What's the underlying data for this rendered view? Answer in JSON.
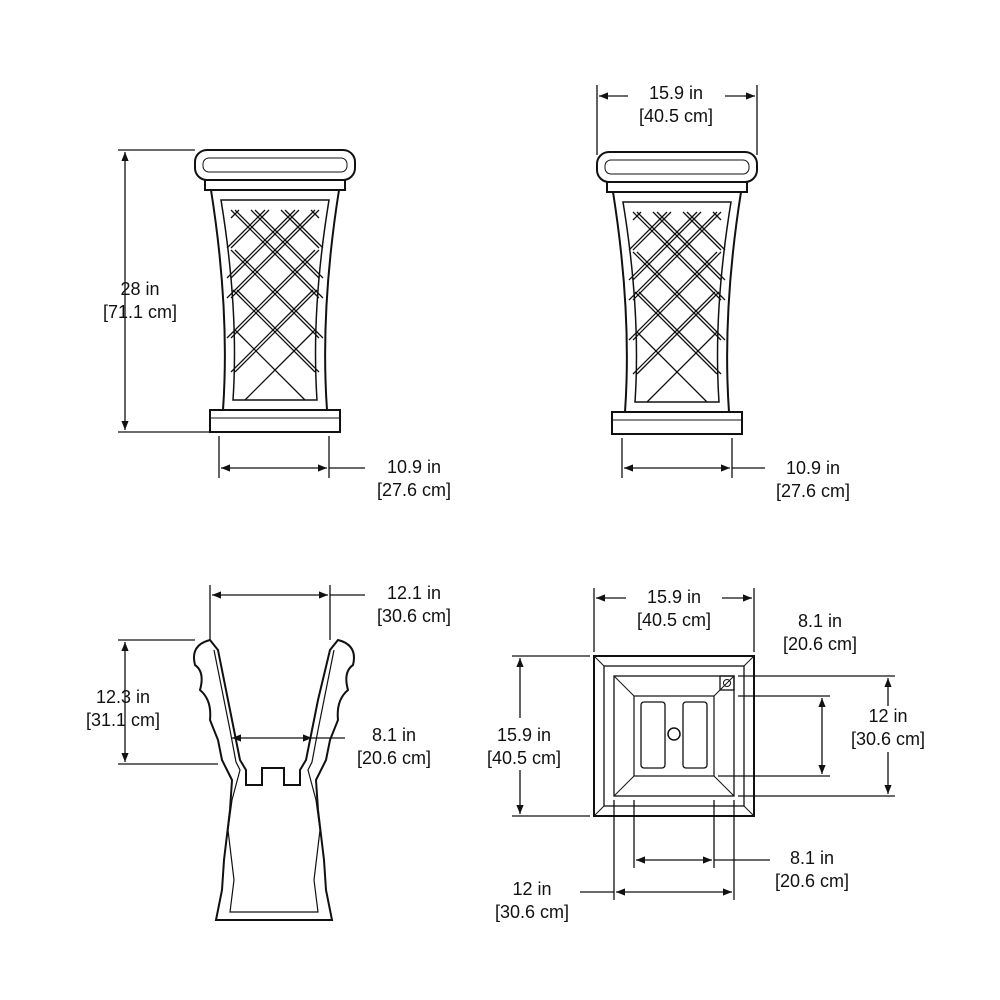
{
  "dimensions": {
    "front_height": {
      "imperial": "28 in",
      "metric": "[71.1 cm]"
    },
    "front_base_width": {
      "imperial": "10.9 in",
      "metric": "[27.6 cm]"
    },
    "side_top_width": {
      "imperial": "15.9 in",
      "metric": "[40.5 cm]"
    },
    "side_base_width": {
      "imperial": "10.9 in",
      "metric": "[27.6 cm]"
    },
    "section_top_width": {
      "imperial": "12.1 in",
      "metric": "[30.6 cm]"
    },
    "section_depth": {
      "imperial": "12.3 in",
      "metric": "[31.1 cm]"
    },
    "section_inner_width": {
      "imperial": "8.1 in",
      "metric": "[20.6 cm]"
    },
    "top_view_width": {
      "imperial": "15.9 in",
      "metric": "[40.5 cm]"
    },
    "top_view_inner_right": {
      "imperial": "8.1 in",
      "metric": "[20.6 cm]"
    },
    "top_view_height": {
      "imperial": "15.9 in",
      "metric": "[40.5 cm]"
    },
    "top_view_opening_right": {
      "imperial": "12 in",
      "metric": "[30.6 cm]"
    },
    "top_view_inner_bottom": {
      "imperial": "8.1 in",
      "metric": "[20.6 cm]"
    },
    "top_view_opening_bottom": {
      "imperial": "12 in",
      "metric": "[30.6 cm]"
    }
  },
  "colors": {
    "line": "#111111",
    "background": "#ffffff"
  }
}
